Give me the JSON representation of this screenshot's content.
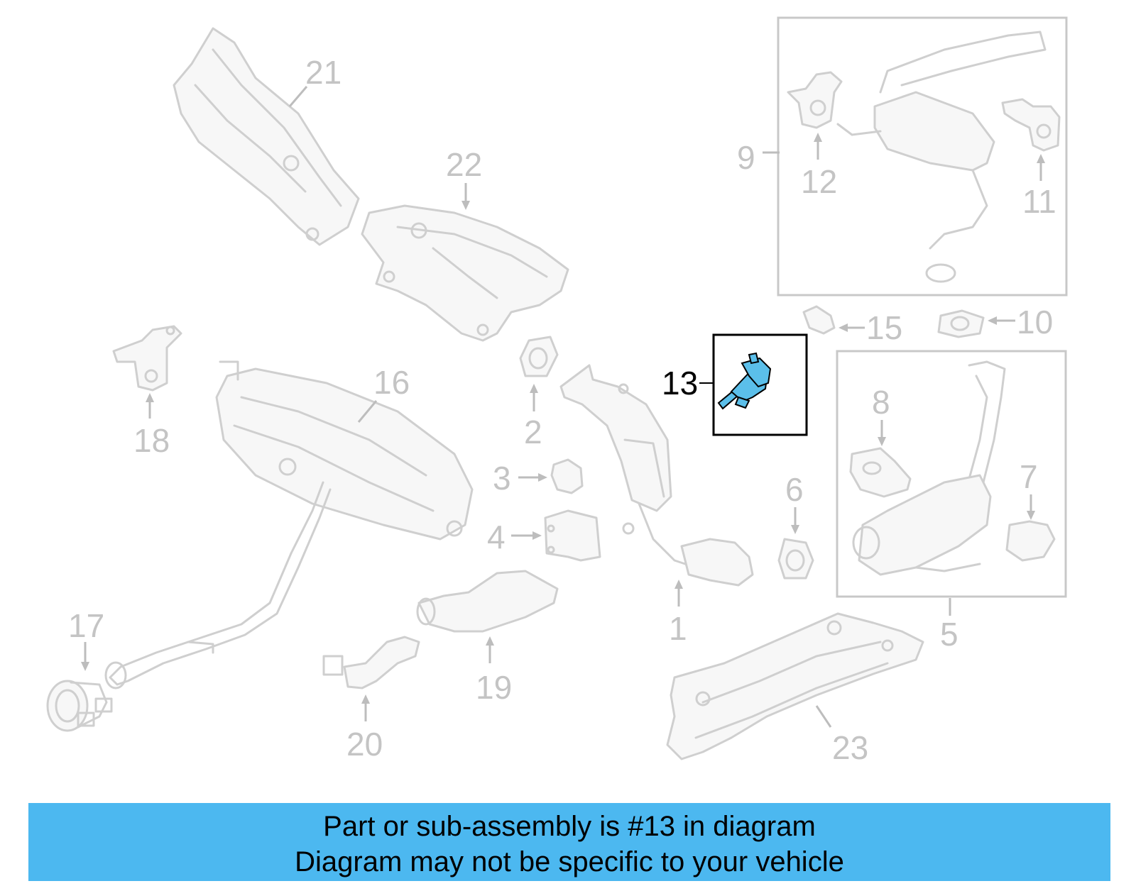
{
  "diagram": {
    "highlighted_part": "13",
    "accent_color": "#4cb8f0",
    "highlight_part_color": "#5bbfea",
    "callouts": {
      "c1": "1",
      "c2": "2",
      "c3": "3",
      "c4": "4",
      "c5": "5",
      "c6": "6",
      "c7": "7",
      "c8": "8",
      "c9": "9",
      "c10": "10",
      "c11": "11",
      "c12": "12",
      "c13": "13",
      "c15": "15",
      "c16": "16",
      "c17": "17",
      "c18": "18",
      "c19": "19",
      "c20": "20",
      "c21": "21",
      "c22": "22",
      "c23": "23"
    }
  },
  "banner": {
    "line1": "Part or sub-assembly is #13 in diagram",
    "line2": "Diagram may not be specific to your vehicle"
  }
}
